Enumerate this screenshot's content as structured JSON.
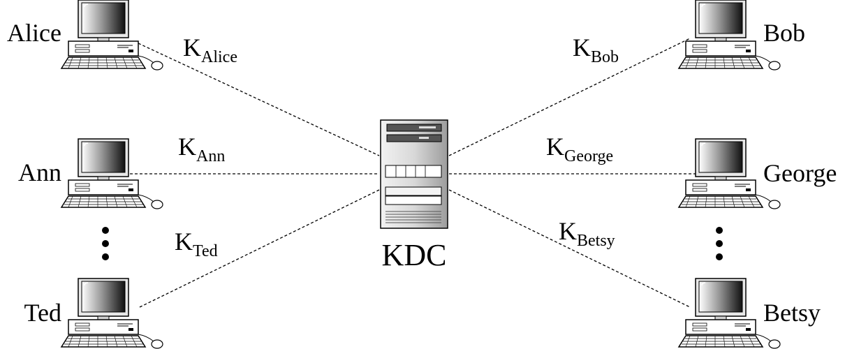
{
  "server": {
    "label": "KDC"
  },
  "left_hosts": [
    {
      "name": "Alice",
      "key_letter": "K",
      "key_sub": "Alice"
    },
    {
      "name": "Ann",
      "key_letter": "K",
      "key_sub": "Ann"
    },
    {
      "name": "Ted",
      "key_letter": "K",
      "key_sub": "Ted"
    }
  ],
  "right_hosts": [
    {
      "name": "Bob",
      "key_letter": "K",
      "key_sub": "Bob"
    },
    {
      "name": "George",
      "key_letter": "K",
      "key_sub": "George"
    },
    {
      "name": "Betsy",
      "key_letter": "K",
      "key_sub": "Betsy"
    }
  ],
  "ellipsis": {
    "left": "vertical-ellipsis",
    "right": "vertical-ellipsis"
  },
  "icons": {
    "workstation": "desktop-computer-icon",
    "server": "server-tower-icon"
  }
}
